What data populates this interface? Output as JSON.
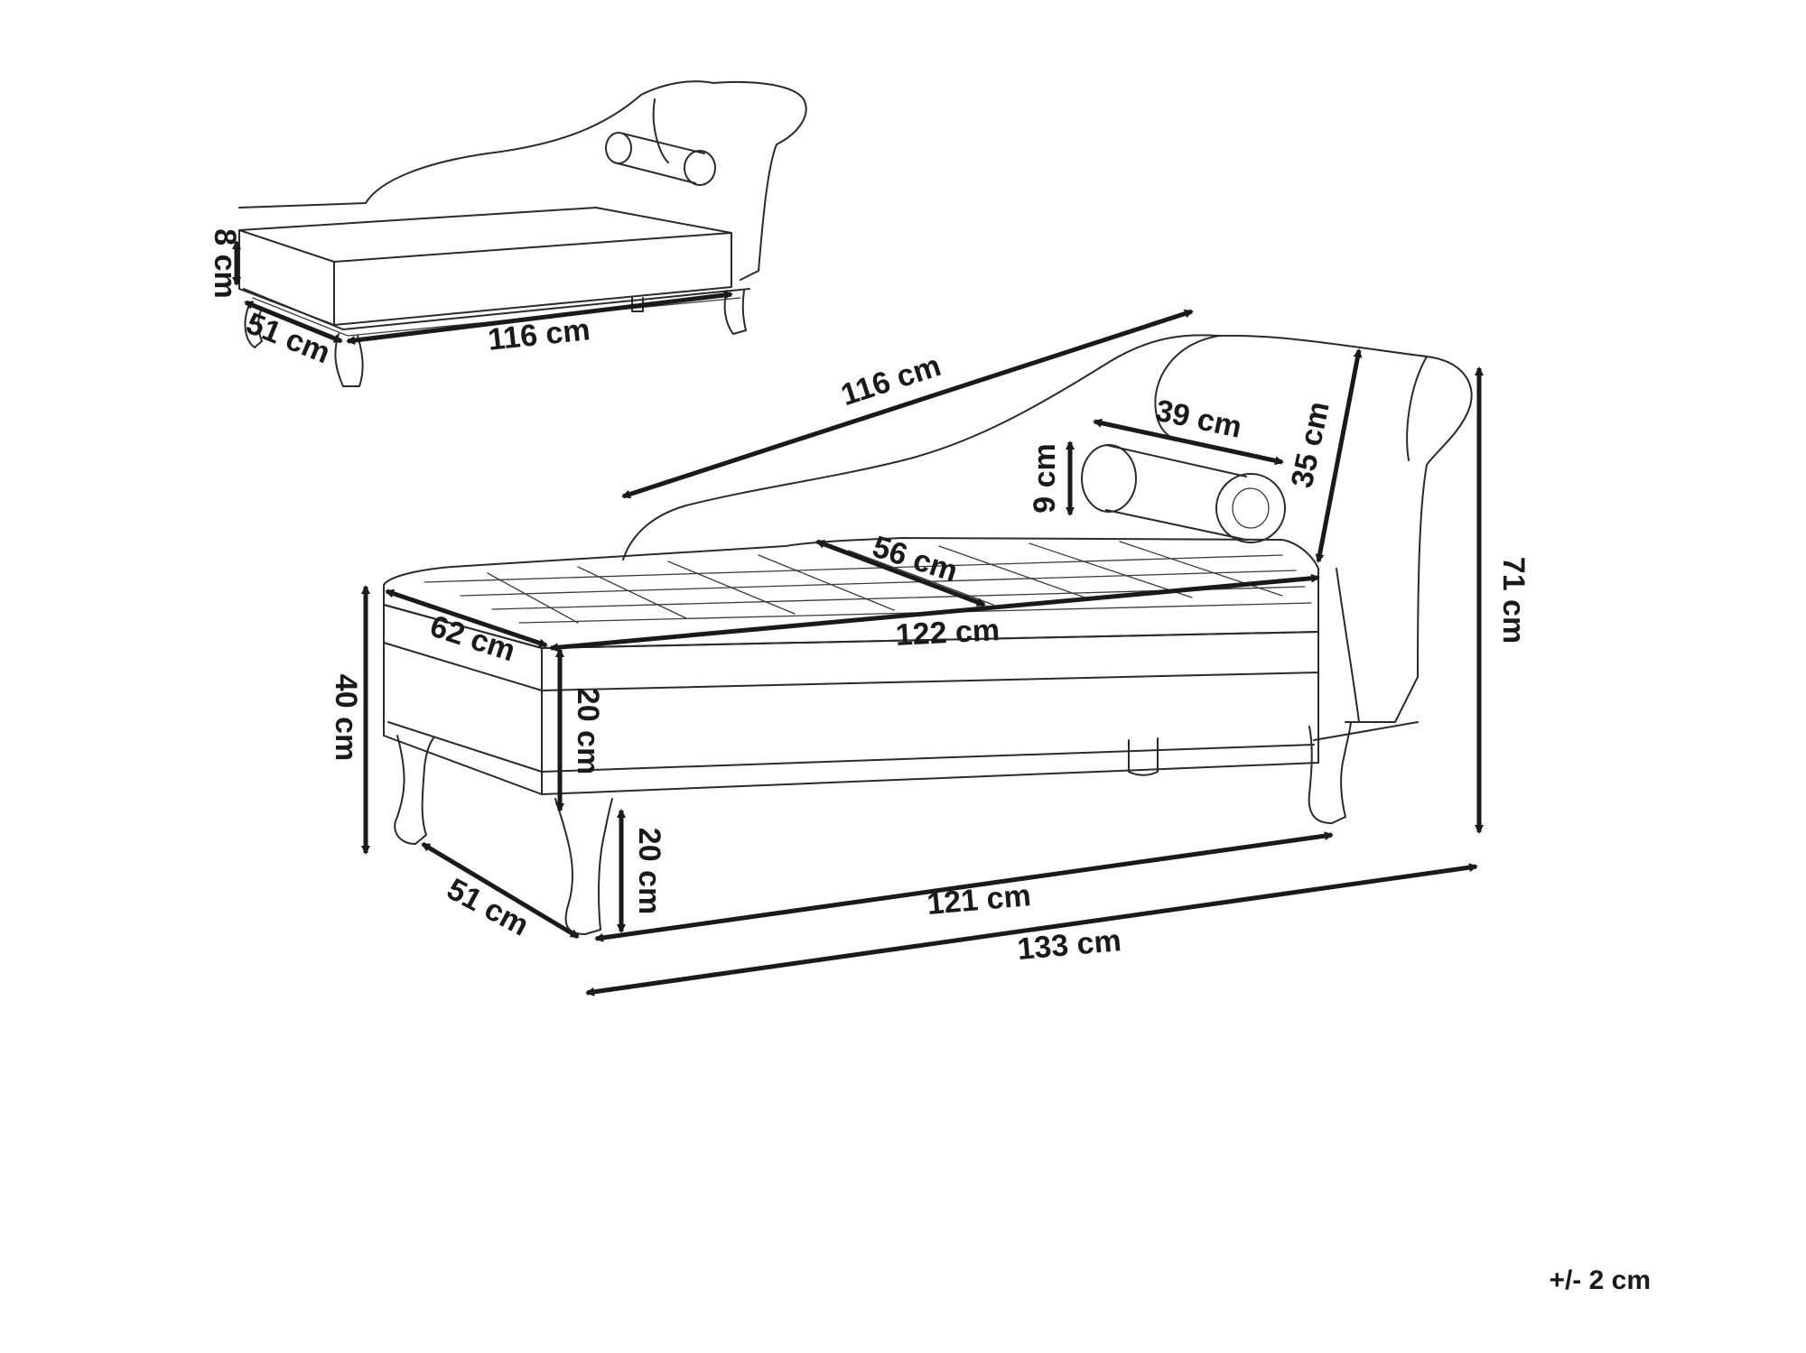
{
  "small_view": {
    "dims": {
      "seat_lift": "8 cm",
      "depth": "51 cm",
      "length": "116 cm"
    }
  },
  "main_view": {
    "dims": {
      "back_length": "116 cm",
      "bolster_length": "39 cm",
      "bolster_diameter": "9 cm",
      "arm_height": "35 cm",
      "seat_width": "56 cm",
      "seat_depth": "62 cm",
      "seat_length": "122 cm",
      "total_height": "71 cm",
      "seat_height": "40 cm",
      "base_height": "20 cm",
      "leg_height": "20 cm",
      "depth": "51 cm",
      "base_length": "121 cm",
      "total_length": "133 cm"
    }
  },
  "tolerance": "+/- 2 cm"
}
